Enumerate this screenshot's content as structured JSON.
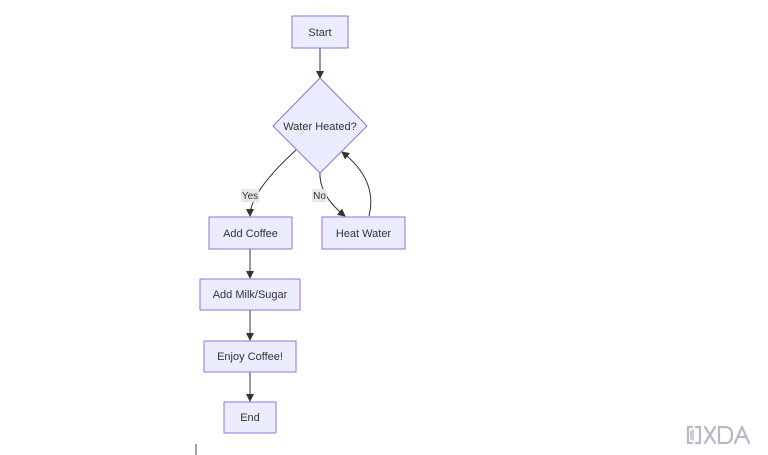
{
  "flowchart": {
    "nodes": {
      "start": "Start",
      "decision": "Water Heated?",
      "add_coffee": "Add Coffee",
      "heat_water": "Heat Water",
      "add_milk": "Add Milk/Sugar",
      "enjoy": "Enjoy Coffee!",
      "end": "End"
    },
    "edges": {
      "yes_label": "Yes",
      "no_label": "No"
    }
  },
  "watermark": {
    "brand": "XDA",
    "brand_color": "#b6bac6"
  },
  "colors": {
    "node_fill": "#ECECFF",
    "node_stroke": "#9370DB",
    "edge": "#333333"
  }
}
